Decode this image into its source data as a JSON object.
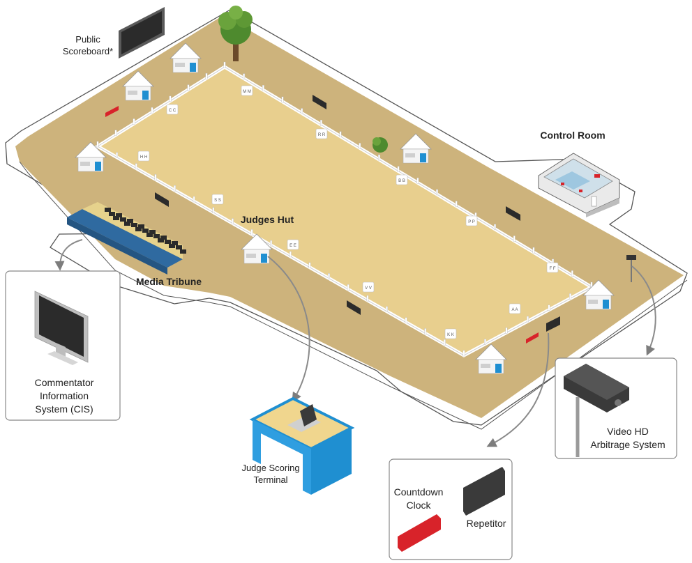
{
  "labels": {
    "public_scoreboard": [
      "Public",
      "Scoreboard*"
    ],
    "control_room": "Control Room",
    "judges_hut": "Judges Hut",
    "media_tribune": "Media Tribune",
    "cis": [
      "Commentator",
      "Information",
      "System (CIS)"
    ],
    "judge_terminal": [
      "Judge Scoring",
      "Terminal"
    ],
    "video_system": [
      "Video HD",
      "Arbitrage System"
    ],
    "countdown_clock": [
      "Countdown",
      "Clock"
    ],
    "repetitor": "Repetitor"
  },
  "arena_markers": [
    "M",
    "C",
    "R",
    "H",
    "B",
    "S",
    "P",
    "E",
    "F",
    "V",
    "A",
    "K"
  ],
  "colors": {
    "ground": "#cdb37c",
    "arena_sand": "#e8cf8e",
    "platform": "#ffffff",
    "outline": "#555555",
    "fence": "#ffffff",
    "screen": "#2b2b2b",
    "clock_red": "#d8232a",
    "desk_blue": "#1f8fd1",
    "desk_top": "#f0d68e",
    "connector": "#8a8a8a"
  }
}
